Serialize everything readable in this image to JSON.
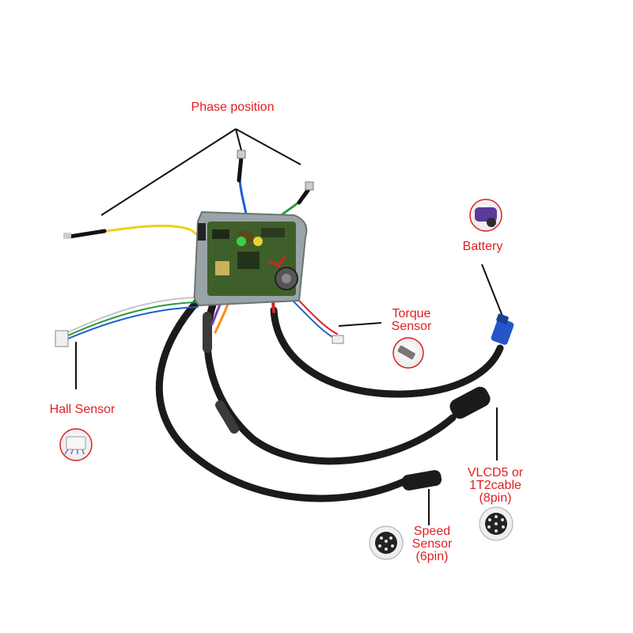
{
  "labels": {
    "phase": "Phase position",
    "battery": "Battery",
    "torque": [
      "Torque",
      "Sensor"
    ],
    "hall": "Hall Sensor",
    "vlcd": [
      "VLCD5 or",
      "1T2cable",
      "(8pin)"
    ],
    "speed": [
      "Speed",
      "Sensor",
      "(6pin)"
    ]
  },
  "colors": {
    "label": "#e02020",
    "cable": "#1b1b1b",
    "wire_yellow": "#e8d41a",
    "wire_blue": "#1f5fcf",
    "wire_green": "#2a9a3a",
    "wire_red": "#d42424",
    "pcb": "#3f5f2a",
    "connector_blue": "#2456c8"
  }
}
